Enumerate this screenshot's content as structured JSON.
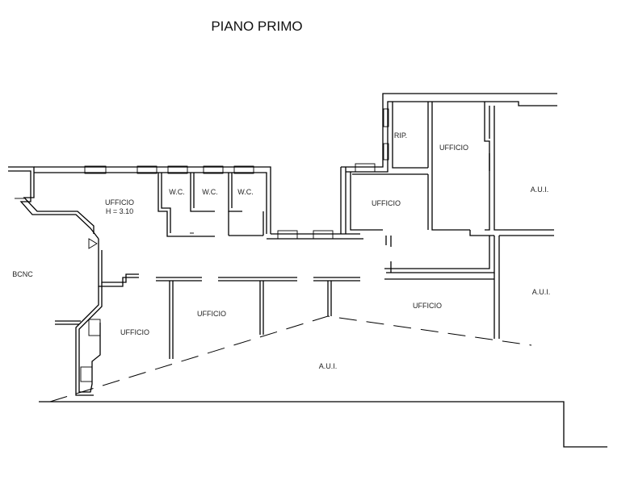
{
  "title": "PIANO PRIMO",
  "labels": {
    "ufficio_main": "UFFICIO",
    "ufficio_height": "H = 3.10",
    "wc_1": "W.C.",
    "wc_2": "W.C.",
    "wc_3": "W.C.",
    "rip": "RIP.",
    "ufficio_top_right": "UFFICIO",
    "ufficio_mid": "UFFICIO",
    "aui_top_right": "A.U.I.",
    "aui_right": "A.U.I.",
    "bcnc": "BCNC",
    "ufficio_lower_left": "UFFICIO",
    "ufficio_lower_center": "UFFICIO",
    "ufficio_lower_right": "UFFICIO",
    "aui_bottom": "A.U.I."
  }
}
